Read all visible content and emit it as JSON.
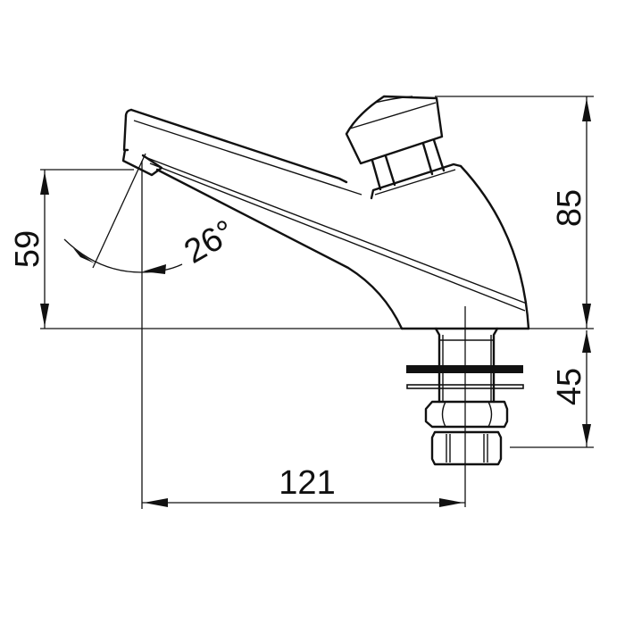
{
  "drawing": {
    "subject": "Self-closing push-button basin tap, side elevation",
    "colors": {
      "line": "#111111",
      "background": "#ffffff"
    }
  },
  "dimensions": {
    "spout_height": {
      "value": "59",
      "orientation": "vertical"
    },
    "spout_angle": {
      "value": "26°",
      "orientation": "angular"
    },
    "overall_height": {
      "value": "85",
      "orientation": "vertical"
    },
    "shank_length": {
      "value": "45",
      "orientation": "vertical"
    },
    "projection": {
      "value": "121",
      "orientation": "horizontal"
    }
  }
}
